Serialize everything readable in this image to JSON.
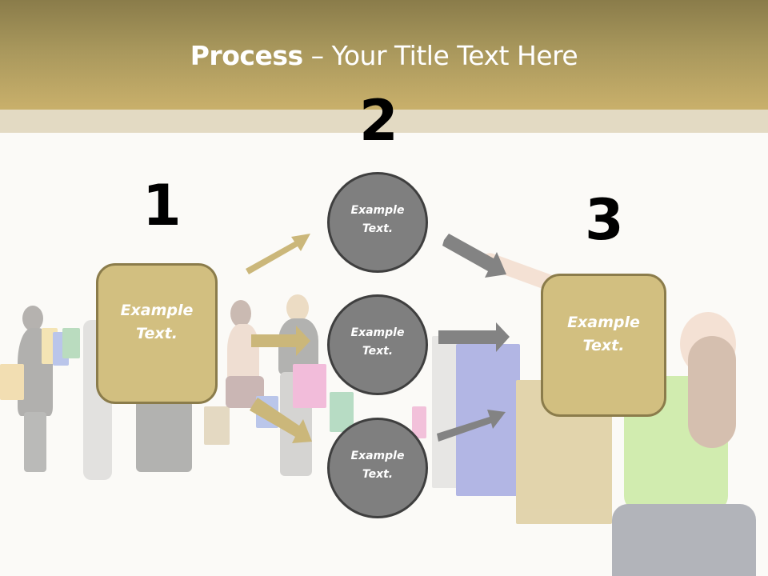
{
  "slide": {
    "title_bold": "Process",
    "title_rest": " – Your Title Text Here",
    "colors": {
      "header_top": "#8a7c4a",
      "header_bottom": "#c9b06b",
      "band": "#e3dac3",
      "box_fill": "#d2bf80",
      "box_border": "#8b7c4b",
      "circle_fill": "#7f7f7f",
      "circle_border": "#3f3f3f",
      "gold_arrow": "#cbb77a",
      "gray_arrow": "#838383"
    }
  },
  "steps": {
    "step1": {
      "number": "1",
      "line1": "Example",
      "line2": "Text."
    },
    "step2": {
      "number": "2",
      "circles": [
        {
          "line1": "Example",
          "line2": "Text."
        },
        {
          "line1": "Example",
          "line2": "Text."
        },
        {
          "line1": "Example",
          "line2": "Text."
        }
      ]
    },
    "step3": {
      "number": "3",
      "line1": "Example",
      "line2": "Text."
    }
  }
}
